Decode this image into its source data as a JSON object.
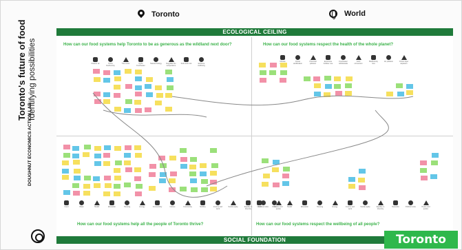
{
  "header": {
    "toronto_label": "Toronto",
    "world_label": "World"
  },
  "sidebar": {
    "title": "Toronto's future of food",
    "subtitle": "Identifying possibilities",
    "logo_text": "DOUGHNUT ECONOMICS ACTION LAB"
  },
  "bands": {
    "top": "ECOLOGICAL CEILING",
    "bottom": "SOCIAL FOUNDATION"
  },
  "questions": {
    "q1": "How can our food systems help Toronto to be as generous as the wildland next door?",
    "q2": "How can our food systems respect the health of the whole planet?",
    "q3": "How can our food systems help all the people of Toronto thrive?",
    "q4": "How can our food systems respect the wellbeing of all people?"
  },
  "icons": {
    "top_left": [
      "Cleaner air",
      "Home biodiversity",
      "Tree cover",
      "Cycle Freshwater",
      "Natural biology",
      "Regulate the temperature",
      "Soils and rock",
      "Enhance wellbeing"
    ],
    "top_right": [
      "Climate change",
      "Ocean acidification",
      "Chemical pollution",
      "Excessive fertiliser use",
      "Freshwater withdrawals",
      "Land conversion",
      "Biodiversity loss",
      "Air pollution",
      "Ozone layer depletion"
    ],
    "bottom_left": [
      "Food",
      "Water",
      "Health",
      "Education",
      "Housing",
      "Energy",
      "Connectivity",
      "Culture",
      "Community",
      "Mobility",
      "Income and work",
      "Social equity",
      "Equality in diversity",
      "Political voice",
      "Peace and justice"
    ],
    "bottom_right": [
      "Food",
      "Water",
      "Health",
      "Education",
      "Housing",
      "Energy",
      "Income and work",
      "Social equity",
      "Equality in diversity",
      "Networks",
      "Political voice",
      "Peace and justice"
    ]
  },
  "badge": {
    "label": "Toronto"
  },
  "colors": {
    "band_green": "#1f7a3a",
    "question_green": "#3bb24a",
    "badge_green": "#2eb84c",
    "note_yellow": "#f6e05e",
    "note_blue": "#63c6e8",
    "note_pink": "#f291a8",
    "note_green": "#9be07a"
  }
}
